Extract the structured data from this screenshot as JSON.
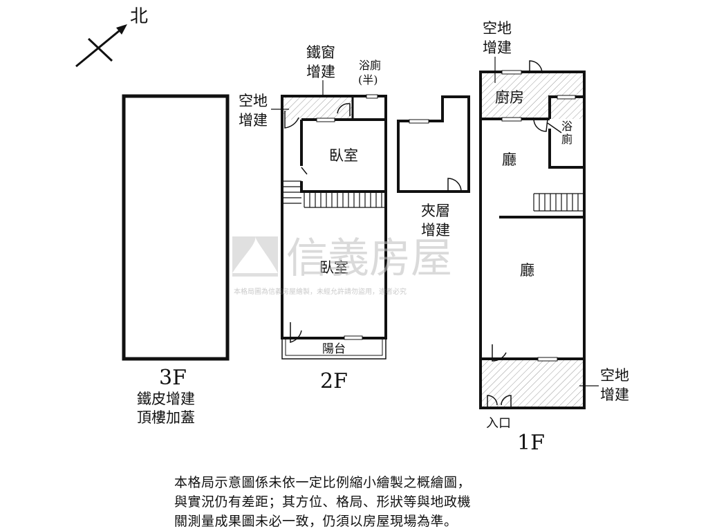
{
  "compass": {
    "label": "北"
  },
  "floor3": {
    "level_label": "3F",
    "caption_line1": "鐵皮增建",
    "caption_line2": "頂樓加蓋"
  },
  "floor2": {
    "level_label": "2F",
    "iron_window_line1": "鐵窗",
    "iron_window_line2": "增建",
    "half_bath_line1": "浴廁",
    "half_bath_line2": "(半)",
    "open_space_line1": "空地",
    "open_space_line2": "增建",
    "bedroom_upper": "臥室",
    "bedroom_lower": "臥室",
    "balcony": "陽台"
  },
  "mezzanine": {
    "label_line1": "夾層",
    "label_line2": "增建"
  },
  "floor1": {
    "level_label": "1F",
    "top_open_line1": "空地",
    "top_open_line2": "增建",
    "kitchen": "廚房",
    "bath_line1": "浴",
    "bath_line2": "廁",
    "hall_upper": "廳",
    "hall_lower": "廳",
    "front_open_line1": "空地",
    "front_open_line2": "增建",
    "entrance": "入口"
  },
  "watermark": {
    "brand": "信義房屋",
    "notice": "本格局圖為信義房屋繪製，未經允許請勿盜用，違者必究"
  },
  "disclaimer": {
    "line1": "本格局示意圖係未依一定比例縮小繪製之概繪圖，",
    "line2": "與實況仍有差距；其方位、格局、形狀等與地政機",
    "line3": "關測量成果圖未必一致，仍須以房屋現場為準。"
  },
  "colors": {
    "wall": "#111111",
    "hatch": "#9a9a9a",
    "watermark": "#c8c8c8"
  }
}
